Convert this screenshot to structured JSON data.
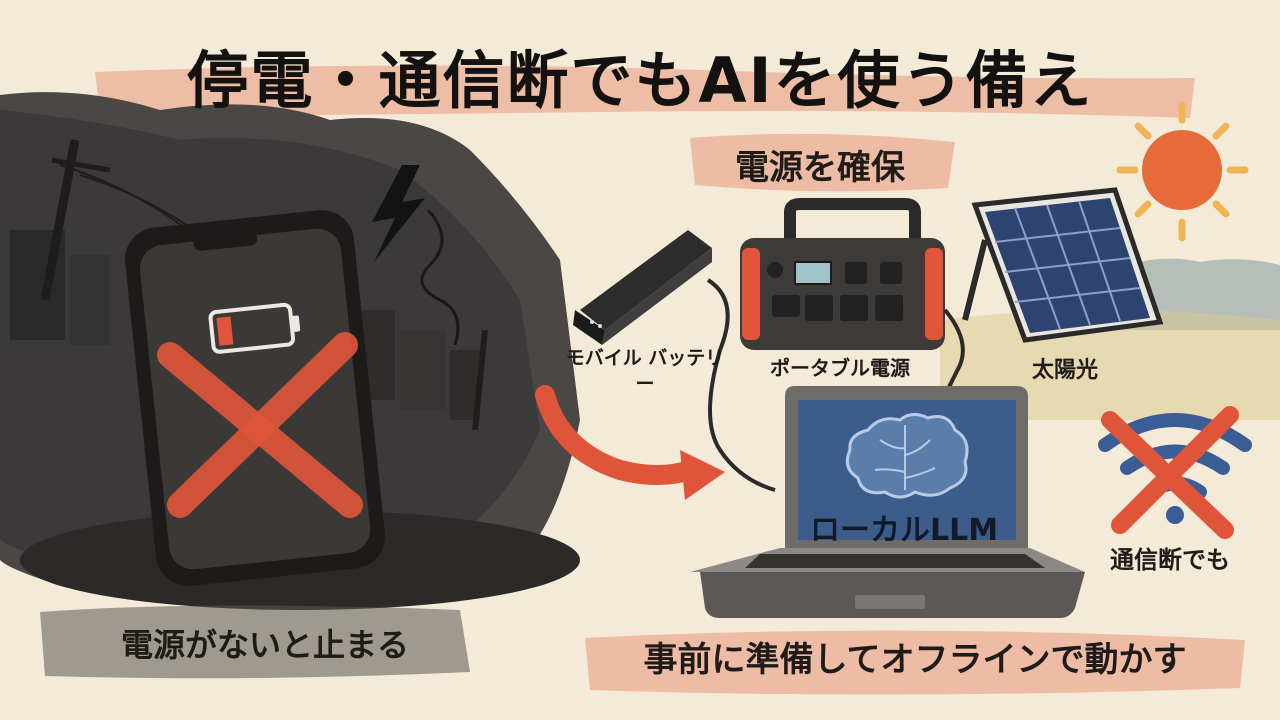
{
  "title": "停電・通信断でもAIを使う備え",
  "left_panel": {
    "caption": "電源がないと止まる"
  },
  "right_panel": {
    "heading": "電源を確保",
    "battery_label": "モバイル バッテリー",
    "portable_label": "ポータブル電源",
    "solar_label": "太陽光",
    "laptop_screen_label": "ローカルLLM",
    "no_network_label": "通信断でも",
    "bottom_caption": "事前に準備してオフラインで動かす"
  },
  "colors": {
    "background": "#f4ead8",
    "accent_red": "#e0553a",
    "banner": "#ecb39b",
    "ink": "#1e1b18",
    "screen_blue": "#3c5d8c"
  },
  "icons": [
    "lightning-icon",
    "low-battery-icon",
    "cross-icon",
    "brain-icon",
    "sun-icon",
    "wifi-off-icon",
    "arrow-icon"
  ]
}
